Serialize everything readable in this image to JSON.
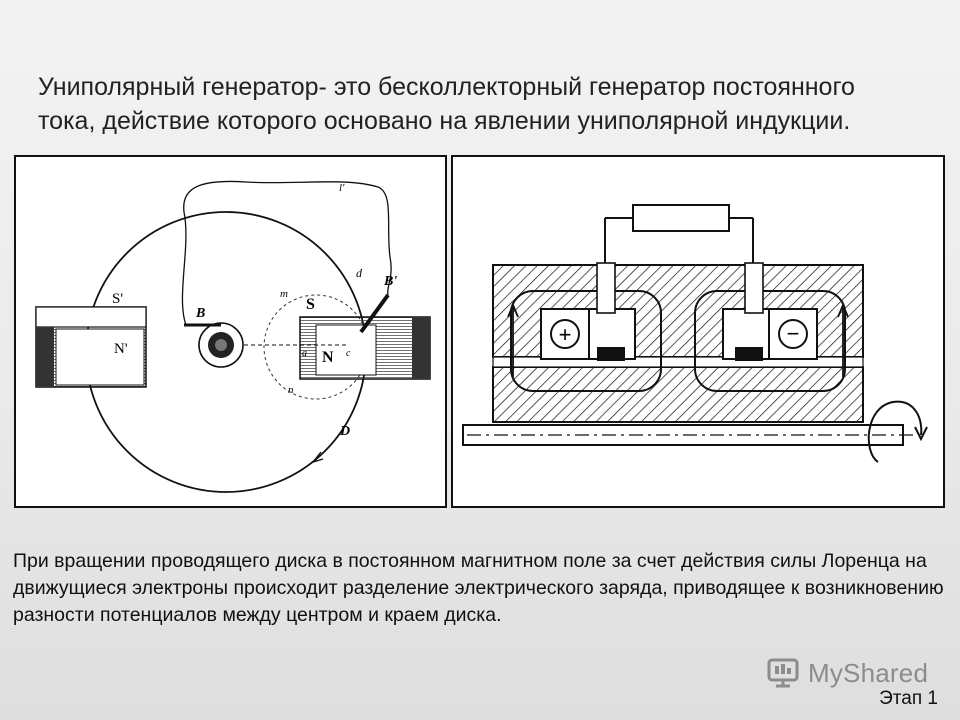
{
  "slide": {
    "title": "Униполярный генератор- это бесколлекторный генератор постоянного тока, действие которого основано на явлении униполярной индукции.",
    "body_text": "При вращении проводящего диска в постоянном магнитном поле за счет действия силы Лоренца на движущиеся электроны происходит разделение электрического заряда, приводящее к возникновению разности потенциалов между центром и краем диска.",
    "stage_label": "Этап 1"
  },
  "left_figure": {
    "labels": {
      "s_prime": "S'",
      "n_prime": "N'",
      "s": "S",
      "n": "N",
      "b": "B",
      "b_prime": "B'",
      "d_small": "d",
      "d_big": "D",
      "m": "m",
      "n_small": "n",
      "a": "a",
      "c": "c",
      "l_prime": "l'"
    }
  },
  "right_figure": {
    "plus_symbol": "+",
    "minus_symbol": "−"
  },
  "watermark": {
    "text": "MyShared",
    "icon": "myshared-logo-icon"
  }
}
